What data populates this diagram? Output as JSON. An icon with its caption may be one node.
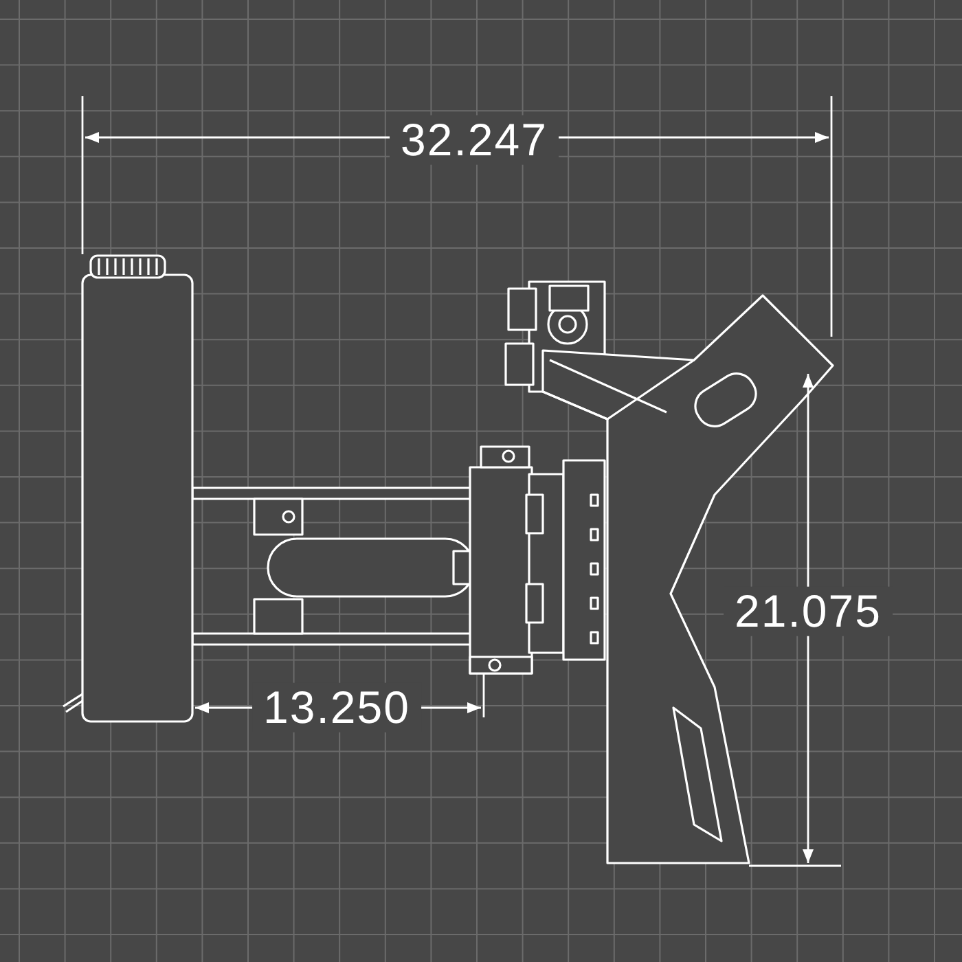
{
  "diagram": {
    "labels": [
      "32.247",
      "13.250",
      "21.075"
    ]
  }
}
